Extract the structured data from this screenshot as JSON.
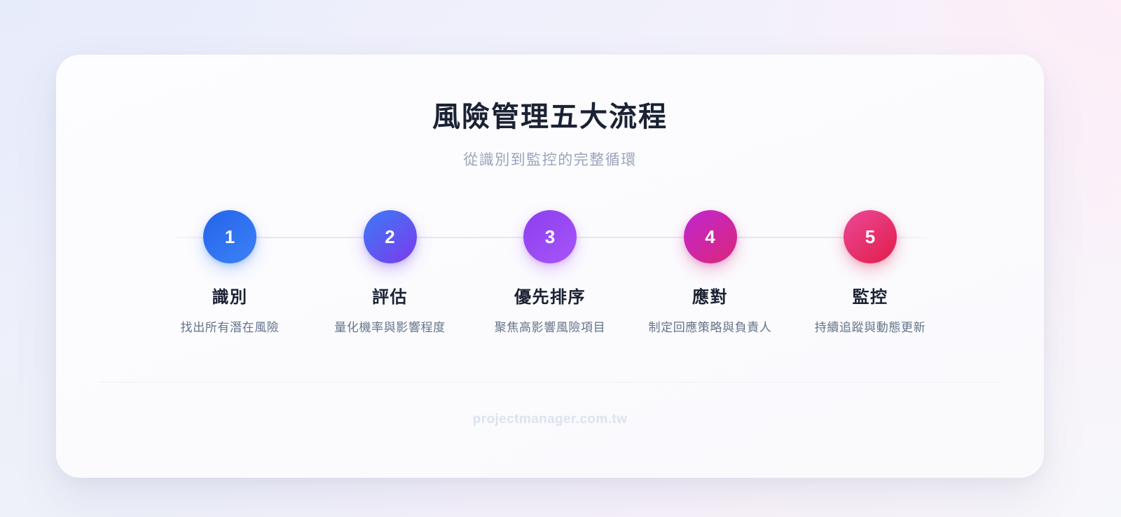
{
  "header": {
    "title": "風險管理五大流程",
    "subtitle": "從識別到監控的完整循環"
  },
  "steps": [
    {
      "number": "1",
      "name": "識別",
      "desc": "找出所有潛在風險",
      "color_from": "#2563eb",
      "color_to": "#3b82f6"
    },
    {
      "number": "2",
      "name": "評估",
      "desc": "量化機率與影響程度",
      "color_from": "#3b7bf6",
      "color_to": "#7c3aed"
    },
    {
      "number": "3",
      "name": "優先排序",
      "desc": "聚焦高影響風險項目",
      "color_from": "#8b3ff0",
      "color_to": "#a855f7"
    },
    {
      "number": "4",
      "name": "應對",
      "desc": "制定回應策略與負責人",
      "color_from": "#c026d3",
      "color_to": "#db2777"
    },
    {
      "number": "5",
      "name": "監控",
      "desc": "持續追蹤與動態更新",
      "color_from": "#ec4899",
      "color_to": "#e11d48"
    }
  ],
  "footer": {
    "site": "projectmanager.com.tw"
  },
  "theme": {
    "background_start": "#e9edfb",
    "background_end": "#fdf2f9",
    "card_background": "#fdfdff",
    "title_color": "#1a2233",
    "subtitle_color": "#9aa4bb",
    "desc_color": "#64748b",
    "connector_color": "#e6e8ef",
    "divider_color": "#edeff4",
    "footer_color": "#dde2ee"
  }
}
